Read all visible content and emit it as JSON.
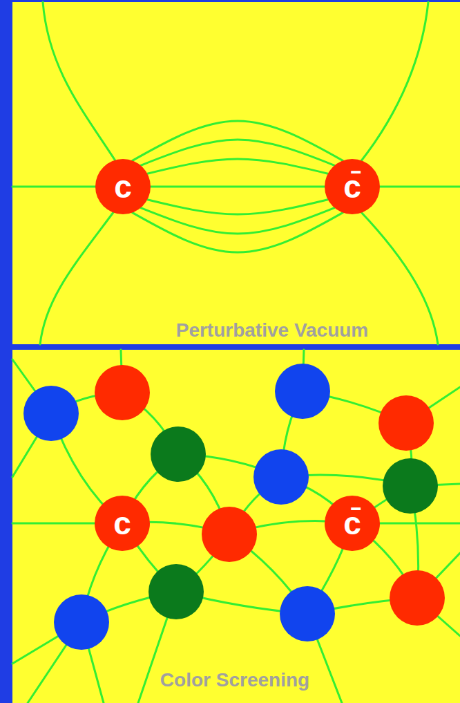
{
  "diagram": {
    "nodes": [
      {
        "text": [
          "c"
        ]
      },
      {
        "text": [
          "c̄"
        ]
      },
      {
        "text": [
          "c"
        ]
      },
      {
        "text": [
          "c̄"
        ]
      }
    ],
    "edges": [
      {
        "from": 0,
        "to": 1,
        "arrow": "none"
      },
      {
        "from": 0,
        "to": 1,
        "arrow": "none"
      },
      {
        "from": 0,
        "to": 1,
        "arrow": "none"
      },
      {
        "from": 0,
        "to": 1,
        "arrow": "none"
      },
      {
        "from": 0,
        "to": 1,
        "arrow": "none"
      },
      {
        "from": 0,
        "to": 1,
        "arrow": "none"
      },
      {
        "from": 0,
        "to": 1,
        "arrow": "none"
      }
    ],
    "labels": [
      "Perturbative Vacuum",
      "Color Screening"
    ]
  }
}
